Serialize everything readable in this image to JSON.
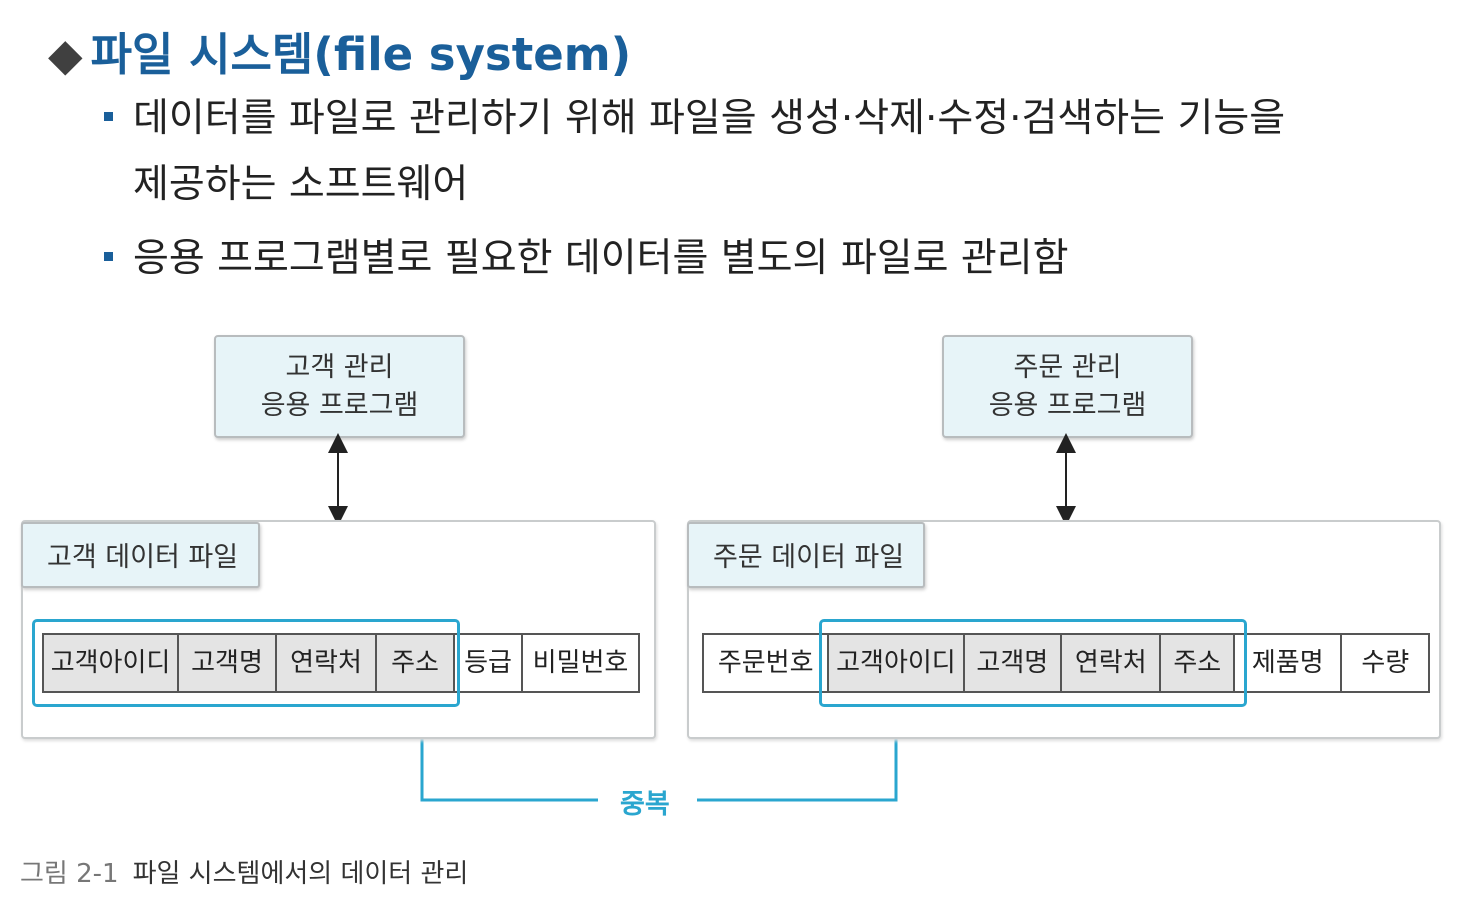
{
  "title": {
    "marker": "◆",
    "text": "파일 시스템(file system)"
  },
  "bullets": [
    {
      "line1": "데이터를 파일로 관리하기 위해 파일을 생성·삭제·수정·검색하는 기능을",
      "line2": "제공하는 소프트웨어"
    },
    {
      "line1": "응용 프로그램별로 필요한 데이터를 별도의 파일로 관리함"
    }
  ],
  "diagram": {
    "left": {
      "program": {
        "line1": "고객 관리",
        "line2": "응용 프로그램"
      },
      "file_name": "고객 데이터 파일",
      "fields": [
        "고객아이디",
        "고객명",
        "연락처",
        "주소",
        "등급",
        "비밀번호"
      ]
    },
    "right": {
      "program": {
        "line1": "주문 관리",
        "line2": "응용 프로그램"
      },
      "file_name": "주문 데이터 파일",
      "fields": [
        "주문번호",
        "고객아이디",
        "고객명",
        "연락처",
        "주소",
        "제품명",
        "수량"
      ]
    },
    "duplicate_label": "중복",
    "highlight_color": "#2aa6cf"
  },
  "caption": {
    "number": "그림 2-1",
    "text": "파일 시스템에서의 데이터 관리"
  }
}
